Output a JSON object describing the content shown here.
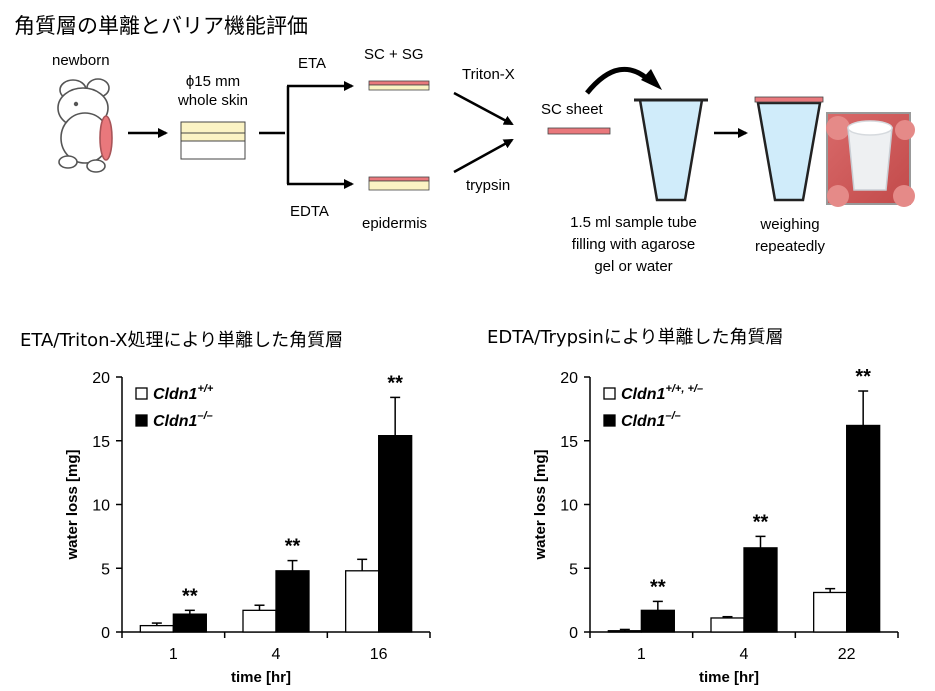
{
  "page": {
    "title": "角質層の単離とバリア機能評価"
  },
  "diagram": {
    "newborn": "newborn",
    "skin_size": "ϕ15 mm",
    "skin_desc": "whole skin",
    "eta": "ETA",
    "edta": "EDTA",
    "sc_sg": "SC + SG",
    "epidermis": "epidermis",
    "triton": "Triton-X",
    "trypsin": "trypsin",
    "sc_sheet": "SC sheet",
    "tube_desc_1": "1.5 ml sample tube",
    "tube_desc_2": "filling with agarose",
    "tube_desc_3": "gel or water",
    "weighing_1": "weighing",
    "weighing_2": "repeatedly"
  },
  "chart_data": [
    {
      "type": "bar",
      "title": "ETA/Triton-X処理により単離した角質層",
      "xlabel": "time [hr]",
      "ylabel": "water loss [mg]",
      "ylim": [
        0,
        20
      ],
      "yticks": [
        "0",
        "5",
        "10",
        "15",
        "20"
      ],
      "categories": [
        "1",
        "4",
        "16"
      ],
      "legend_position": "top-left",
      "series": [
        {
          "name": "Cldn1",
          "sup": "+/+",
          "color": "#ffffff",
          "values": [
            0.5,
            1.7,
            4.8
          ],
          "errors": [
            0.2,
            0.4,
            0.9
          ]
        },
        {
          "name": "Cldn1",
          "sup": "–/–",
          "color": "#000000",
          "values": [
            1.4,
            4.8,
            15.4
          ],
          "errors": [
            0.3,
            0.8,
            3.0
          ]
        }
      ],
      "annotations": [
        {
          "category": 0,
          "text": "**"
        },
        {
          "category": 1,
          "text": "**"
        },
        {
          "category": 2,
          "text": "**"
        }
      ]
    },
    {
      "type": "bar",
      "title": "EDTA/Trypsinにより単離した角質層",
      "xlabel": "time [hr]",
      "ylabel": "water loss [mg]",
      "ylim": [
        0,
        20
      ],
      "yticks": [
        "0",
        "5",
        "10",
        "15",
        "20"
      ],
      "categories": [
        "1",
        "4",
        "22"
      ],
      "legend_position": "top-left",
      "series": [
        {
          "name": "Cldn1",
          "sup": "+/+, +/–",
          "color": "#ffffff",
          "values": [
            0.1,
            1.1,
            3.1
          ],
          "errors": [
            0.1,
            0.1,
            0.3
          ]
        },
        {
          "name": "Cldn1",
          "sup": "–/–",
          "color": "#000000",
          "values": [
            1.7,
            6.6,
            16.2
          ],
          "errors": [
            0.7,
            0.9,
            2.7
          ]
        }
      ],
      "annotations": [
        {
          "category": 0,
          "text": "**"
        },
        {
          "category": 1,
          "text": "**"
        },
        {
          "category": 2,
          "text": "**"
        }
      ]
    }
  ]
}
